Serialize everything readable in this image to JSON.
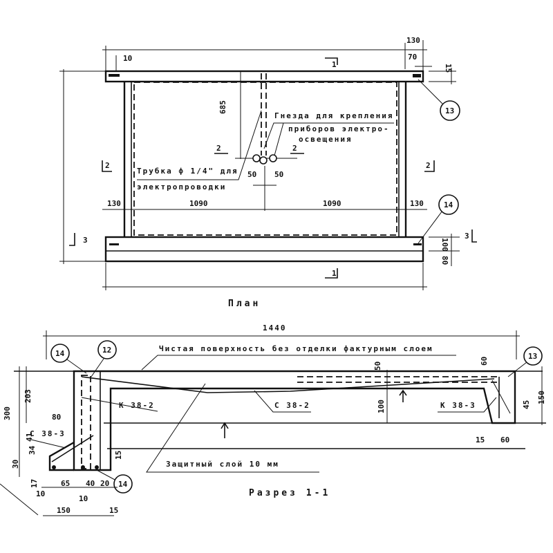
{
  "plan": {
    "title": "План",
    "dims": {
      "top_right": "130",
      "top_right_inner": "70",
      "top_left": "10",
      "top_band": "15",
      "depth": "685",
      "left_edge": "130",
      "right_edge": "130",
      "left_span": "1090",
      "right_span": "1090",
      "hole_left": "50",
      "hole_right": "50",
      "bottom_band": "100",
      "bottom_edge": "80"
    },
    "section_marks": {
      "cut_1_top": "1",
      "cut_1_bottom": "1",
      "cut_2_left": "2",
      "cut_2_right": "2",
      "cut_2_mid_left": "2",
      "cut_2_mid_right": "2",
      "cut_3_left": "3",
      "cut_3_right": "3"
    },
    "callouts": {
      "sockets": "Гнезда для крепления",
      "sockets_2": "приборов электро-",
      "sockets_3": "освещения",
      "tube": "Трубка ф 1/4\" для",
      "tube_2": "электропроводки"
    },
    "markers": {
      "m13": "13",
      "m14": "14"
    }
  },
  "section": {
    "title": "Разрез 1-1",
    "overall": "1440",
    "surface_note": "Чистая поверхность без отделки фактурным слоем",
    "cover_note": "Защитный слой 10 мм",
    "rebar": {
      "k38_2": "К 38-2",
      "c38_2": "С 38-2",
      "k38_3": "К 38-3",
      "c38_3": "С 38-3"
    },
    "markers": {
      "m14a": "14",
      "m12": "12",
      "m13": "13",
      "m14b": "14"
    },
    "dims": {
      "h_total": "300",
      "h_upper": "203",
      "d80": "80",
      "d41": "41",
      "d34": "34",
      "d30": "30",
      "d17": "17",
      "d10a": "10",
      "d65": "65",
      "d40": "40",
      "d20": "20",
      "d10b": "10",
      "d150": "150",
      "d15a": "15",
      "d15b": "15",
      "d45": "45",
      "d50": "50",
      "d60": "60",
      "d100": "100",
      "d150r": "150",
      "d15c": "15",
      "d60b": "60"
    }
  }
}
